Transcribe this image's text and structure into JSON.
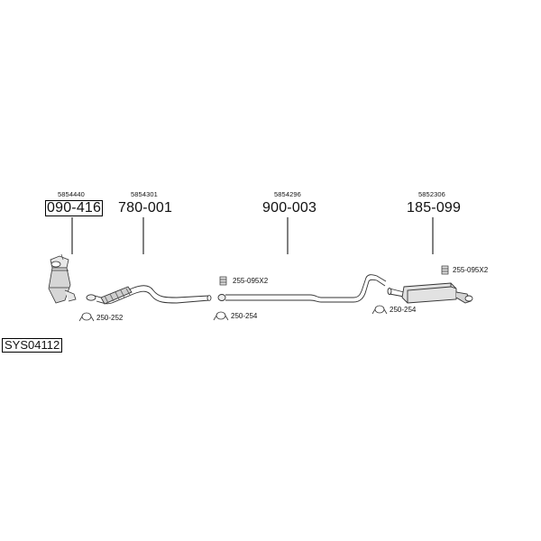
{
  "diagram": {
    "system_code": "SYS04112",
    "parts": [
      {
        "oem": "5854440",
        "number": "090-416"
      },
      {
        "oem": "5854301",
        "number": "780-001"
      },
      {
        "oem": "5854296",
        "number": "900-003"
      },
      {
        "oem": "5852306",
        "number": "185-099"
      }
    ],
    "accessories": [
      {
        "code": "250-252"
      },
      {
        "code": "255-095X2"
      },
      {
        "code": "250-254"
      },
      {
        "code": "250-254"
      },
      {
        "code": "255-095X2"
      }
    ]
  }
}
